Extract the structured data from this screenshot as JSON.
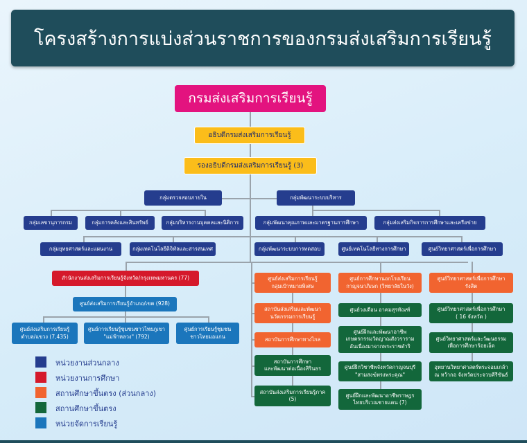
{
  "title": "โครงสร้างการแบ่งส่วนราชการของกรมส่งเสริมการเรียนรู้",
  "root": "กรมส่งเสริมการเรียนรู้",
  "director": "อธิบดีกรมส่งเสริมการเรียนรู้",
  "deputy": "รองอธิบดีกรมส่งเสริมการเรียนรู้ (3)",
  "level1": [
    "กลุ่มตรวจสอบภายใน",
    "กลุ่มพัฒนาระบบบริหาร"
  ],
  "row_groups": [
    "กลุ่มเลขานุการกรม",
    "กลุ่มการคลังและสินทรัพย์",
    "กลุ่มบริหารงานบุคคลและนิติการ",
    "กลุ่มพัฒนาคุณภาพและมาตรฐานการศึกษา",
    "กลุ่มส่งเสริมกิจการการศึกษาและเครือข่าย"
  ],
  "row_groups2": [
    "กลุ่มยุทธศาสตร์และแผนงาน",
    "กลุ่มเทคโนโลยีดิจิทัลและสารสนเทศ",
    "กลุ่มพัฒนาระบบการทดสอบ",
    "ศูนย์เทคโนโลยีทางการศึกษา",
    "ศูนย์วิทยาศาสตร์เพื่อการศึกษา"
  ],
  "provincial": "สำนักงานส่งเสริมการเรียนรู้จังหวัด/กรุงเทพมหานคร (77)",
  "district": "ศูนย์ส่งเสริมการเรียนรู้อำเภอ/เขต (928)",
  "local": [
    "ศูนย์ส่งเสริมการเรียนรู้\nตำบล/แขวง (7,435)",
    "ศูนย์การเรียนรู้ชุมชนชาวไทยภูเขา\n\"แม่ฟ้าหลวง\" (792)",
    "ศูนย์การเรียนรู้ชุมชน\nชาวไทยมอแกน"
  ],
  "col1": [
    "ศูนย์ส่งเสริมการเรียนรู้\nกลุ่มเป้าหมายพิเศษ",
    "สถาบันส่งเสริมและพัฒนา\nนวัตกรรมการเรียนรู้",
    "สถาบันการศึกษาทางไกล",
    "สถาบันการศึกษา\nและพัฒนาต่อเนื่องสิรินธร",
    "สถาบันส่งเสริมการเรียนรู้ภาค\n(5)"
  ],
  "col2": [
    "ศูนย์การศึกษานอกโรงเรียน\nกาญจนาภิเษก (วิทยาลัยในวัง)",
    "ศูนย์วงเดือน อาคมสุรทัณฑ์",
    "ศูนย์ฝึกและพัฒนาอาชีพ\nเกษตรกรรมวัดญาณสังวราราม\nอันเนื่องมาจากพระราชดำริ",
    "ศูนย์ฝึกวิชาชีพจังหวัดกาญจนบุรี\n\"สามสงฆ์ทรงพระคุณ\"",
    "ศูนย์ฝึกและพัฒนาอาชีพราษฎร\nไทยบริเวณชายแดน (7)"
  ],
  "col3": [
    "ศูนย์วิทยาศาสตร์เพื่อการศึกษา\nรังสิต",
    "ศูนย์วิทยาศาสตร์เพื่อการศึกษา\n( 16 จังหวัด )",
    "ศูนย์วิทยาศาสตร์และวัฒนธรรม\nเพื่อการศึกษาร้อยเอ็ด",
    "อุทยานวิทยาศาสตร์พระจอมเกล้า\nณ หว้ากอ จังหวัดประจวบคีรีขันธ์"
  ],
  "legend": [
    {
      "label": "หน่วยงานส่วนกลาง",
      "color": "#253d8e"
    },
    {
      "label": "หน่วยงานการศึกษา",
      "color": "#d5192b"
    },
    {
      "label": "สถานศึกษาขึ้นตรง (ส่วนกลาง)",
      "color": "#f16430"
    },
    {
      "label": "สถานศึกษาขึ้นตรง",
      "color": "#13673b"
    },
    {
      "label": "หน่วยจัดการเรียนรู้",
      "color": "#1b76bc"
    }
  ]
}
